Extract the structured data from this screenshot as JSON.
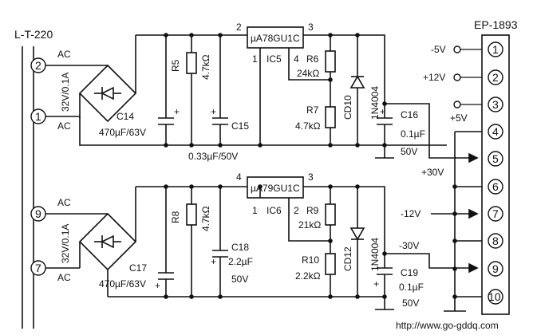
{
  "connectors": {
    "left": {
      "name": "L-T-220",
      "pins": [
        "2",
        "1",
        "9",
        "7"
      ],
      "ac": "AC",
      "rating": "32V/0.1A"
    },
    "right": {
      "name": "EP-1893",
      "pins": [
        "1",
        "2",
        "3",
        "4",
        "5",
        "6",
        "7",
        "8",
        "9",
        "10"
      ]
    }
  },
  "upper": {
    "ic": {
      "part": "µA78GU1C",
      "ref": "IC5",
      "pin1": "1",
      "pin2": "2",
      "pin3": "3",
      "pin4": "4"
    },
    "r5": {
      "ref": "R5",
      "value": "4.7kΩ"
    },
    "r6": {
      "ref": "R6",
      "value": "24kΩ"
    },
    "r7": {
      "ref": "R7",
      "value": "4.7kΩ"
    },
    "c14": {
      "ref": "C14",
      "value": "470µF/63V"
    },
    "c15": {
      "ref": "C15",
      "value": "0.33µF/50V"
    },
    "c16": {
      "ref": "C16",
      "value": "0.1µF",
      "voltage": "50V"
    },
    "d": {
      "ref": "CD10",
      "part": "1N4004"
    },
    "out": "+30V"
  },
  "lower": {
    "ic": {
      "part": "µA79GU1C",
      "ref": "IC6",
      "pin1": "1",
      "pin2": "2",
      "pin3": "3",
      "pin4": "4"
    },
    "r8": {
      "ref": "R8",
      "value": "4.7kΩ"
    },
    "r9": {
      "ref": "R9",
      "value": "21kΩ"
    },
    "r10": {
      "ref": "R10",
      "value": "2.2kΩ"
    },
    "c17": {
      "ref": "C17",
      "value": "470µF/63V"
    },
    "c18": {
      "ref": "C18",
      "value": "2.2µF",
      "voltage": "50V"
    },
    "c19": {
      "ref": "C19",
      "value": "0.1µF",
      "voltage": "50V"
    },
    "d": {
      "ref": "CD12",
      "part": "1N4004"
    },
    "out": "-30V"
  },
  "rails": {
    "m5": "-5V",
    "p12": "+12V",
    "p5": "+5V",
    "m12": "-12V"
  },
  "watermark": "http://www.go-gddq.com"
}
